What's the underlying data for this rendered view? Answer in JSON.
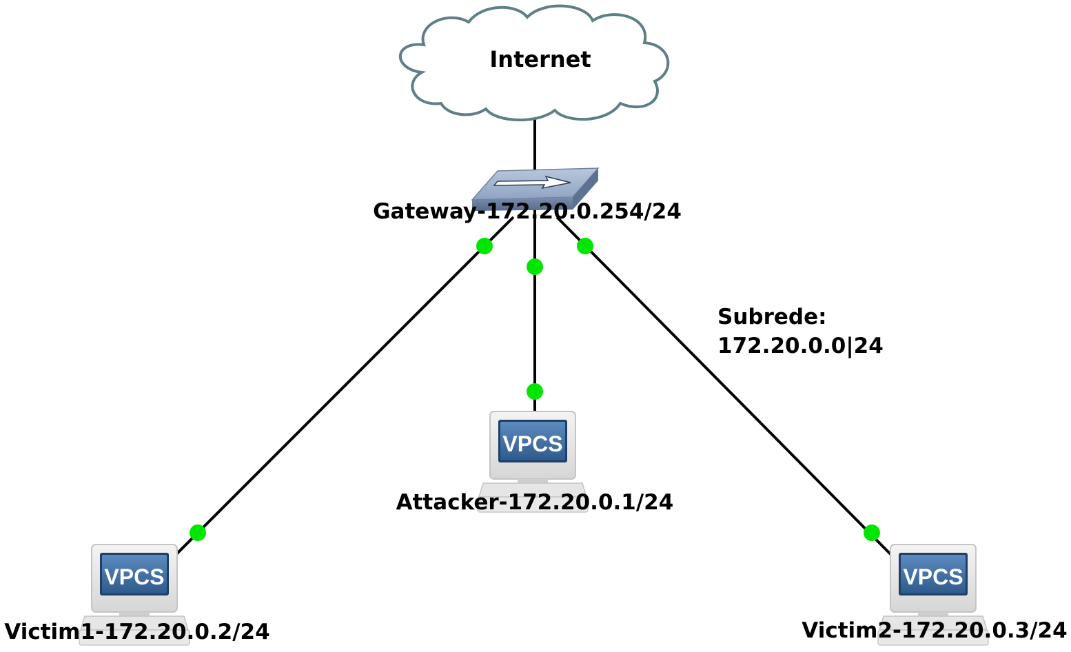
{
  "cloud": {
    "label": "Internet"
  },
  "gateway": {
    "label": "Gateway-172.20.0.254/24"
  },
  "hosts": {
    "attacker": {
      "label": "Attacker-172.20.0.1/24",
      "badge": "VPCS"
    },
    "victim1": {
      "label": "Victim1-172.20.0.2/24",
      "badge": "VPCS"
    },
    "victim2": {
      "label": "Victim2-172.20.0.3/24",
      "badge": "VPCS"
    }
  },
  "subnet": {
    "line1": "Subrede:",
    "line2": "172.20.0.0|24"
  },
  "colors": {
    "link": "#000000",
    "link_status_up": "#00e600",
    "cloud_stroke": "#5f7f86",
    "switch_body": "#7f95b5",
    "vpcs_screen": "#3f6d9f"
  },
  "icons": {
    "cloud": "cloud-icon",
    "gateway": "switch-icon",
    "hosts": "vpcs-computer-icon"
  }
}
